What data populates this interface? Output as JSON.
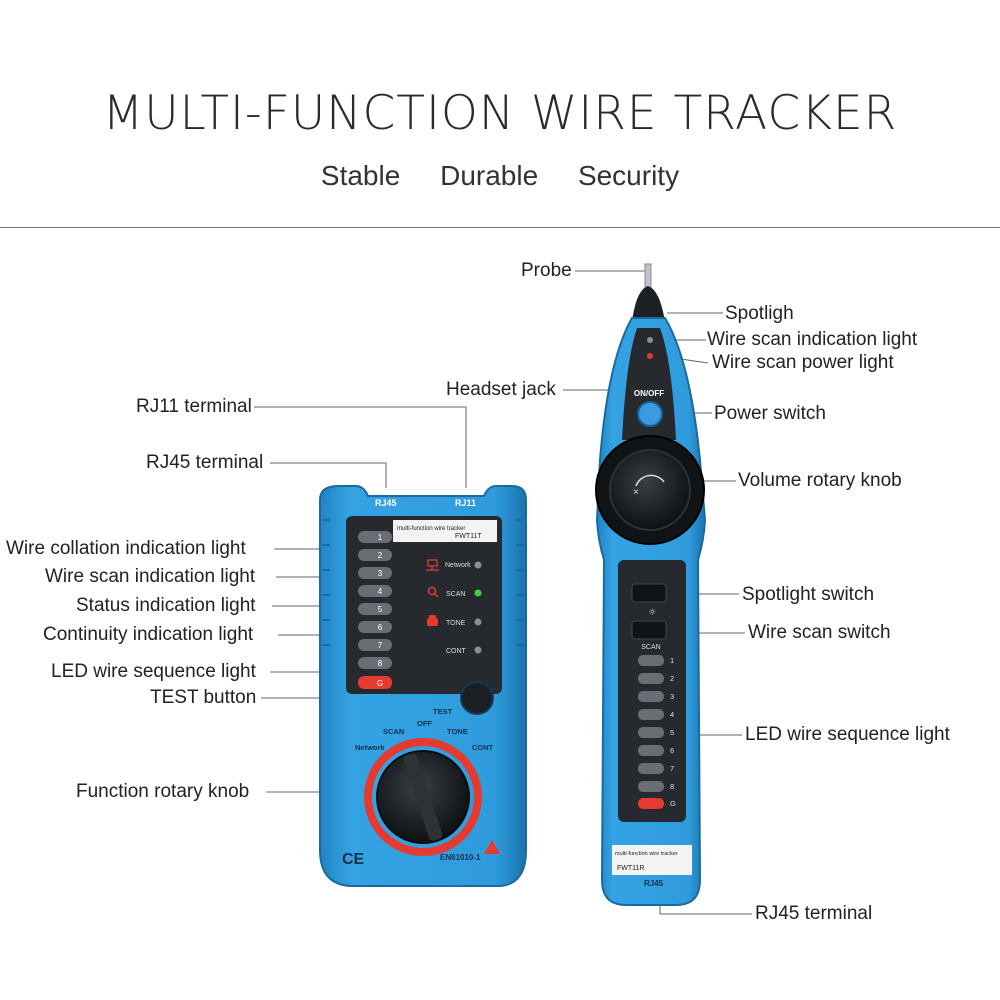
{
  "header": {
    "title": "MULTI-FUNCTION WIRE TRACKER",
    "features": [
      "Stable",
      "Durable",
      "Security"
    ]
  },
  "transmitter": {
    "callouts": {
      "rj11_terminal": "RJ11 terminal",
      "rj45_terminal": "RJ45 terminal",
      "wire_collation_light": "Wire collation indication light",
      "wire_scan_light": "Wire scan indication light",
      "status_light": "Status indication light",
      "continuity_light": "Continuity indication light",
      "led_sequence_light": "LED wire sequence light",
      "test_button": "TEST button",
      "function_knob": "Function rotary knob"
    },
    "device": {
      "port_rj45": "RJ45",
      "port_rj11": "RJ11",
      "led_numbers": [
        "1",
        "2",
        "3",
        "4",
        "5",
        "6",
        "7",
        "8"
      ],
      "led_ground": "G",
      "mode_network": "Network",
      "mode_scan": "SCAN",
      "mode_tone": "TONE",
      "mode_cont": "CONT",
      "dial_off": "OFF",
      "test_label": "TEST",
      "ce_mark": "CE",
      "standard": "EN61010-1",
      "model": "FWT11T"
    }
  },
  "receiver": {
    "callouts": {
      "probe": "Probe",
      "spotlight": "Spotligh",
      "wire_scan_indicator": "Wire scan indication light",
      "wire_scan_power": "Wire scan power light",
      "headset_jack": "Headset jack",
      "power_switch": "Power switch",
      "volume_knob": "Volume rotary knob",
      "spotlight_switch": "Spotlight switch",
      "wire_scan_switch": "Wire scan switch",
      "led_sequence_light": "LED wire sequence light",
      "rj45_terminal": "RJ45 terminal"
    },
    "device": {
      "on_off": "ON/OFF",
      "scan_label": "SCAN",
      "led_numbers": [
        "1",
        "2",
        "3",
        "4",
        "5",
        "6",
        "7",
        "8"
      ],
      "led_ground": "G",
      "model": "FWT11R",
      "port_rj45": "RJ45"
    }
  },
  "colors": {
    "body_blue": "#2b95d6",
    "body_blue_dark": "#1a6fa6",
    "panel_dark": "#2a2f35",
    "accent_red": "#e53a2f",
    "led_green": "#3ccf4a"
  }
}
